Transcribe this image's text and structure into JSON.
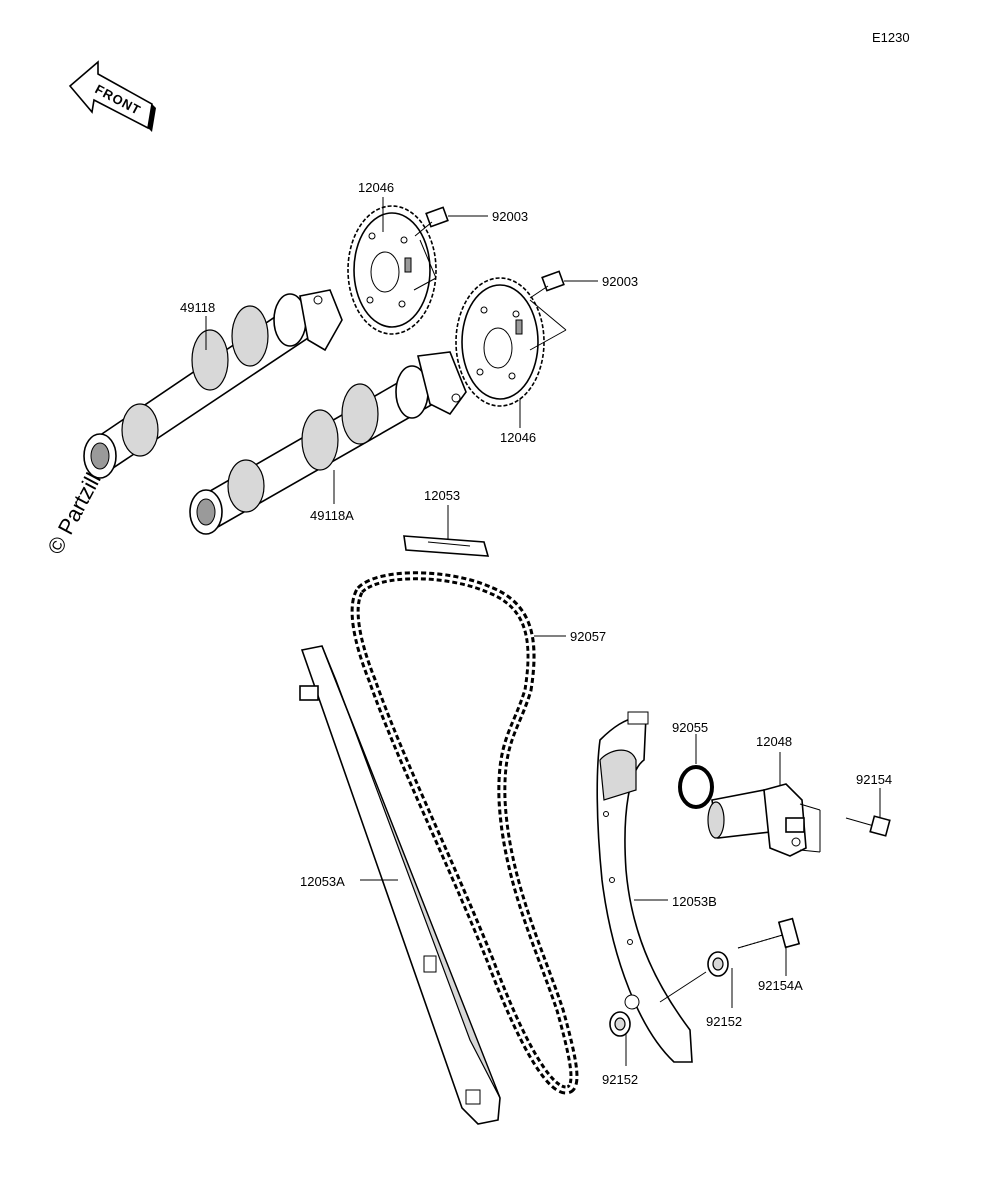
{
  "diagram_code": "E1230",
  "front_label": "FRONT",
  "watermark": "© Partzilla.com",
  "colors": {
    "ink": "#000000",
    "background": "#ffffff",
    "shade": "#d8d8d8"
  },
  "labels": {
    "p12046_top": "12046",
    "p92003_top": "92003",
    "p92003_mid": "92003",
    "p49118": "49118",
    "p12046_mid": "12046",
    "p49118A": "49118A",
    "p12053": "12053",
    "p92057": "92057",
    "p92055": "92055",
    "p12048": "12048",
    "p92154": "92154",
    "p12053A": "12053A",
    "p12053B": "12053B",
    "p92154A": "92154A",
    "p92152_right": "92152",
    "p92152_bottom": "92152"
  }
}
